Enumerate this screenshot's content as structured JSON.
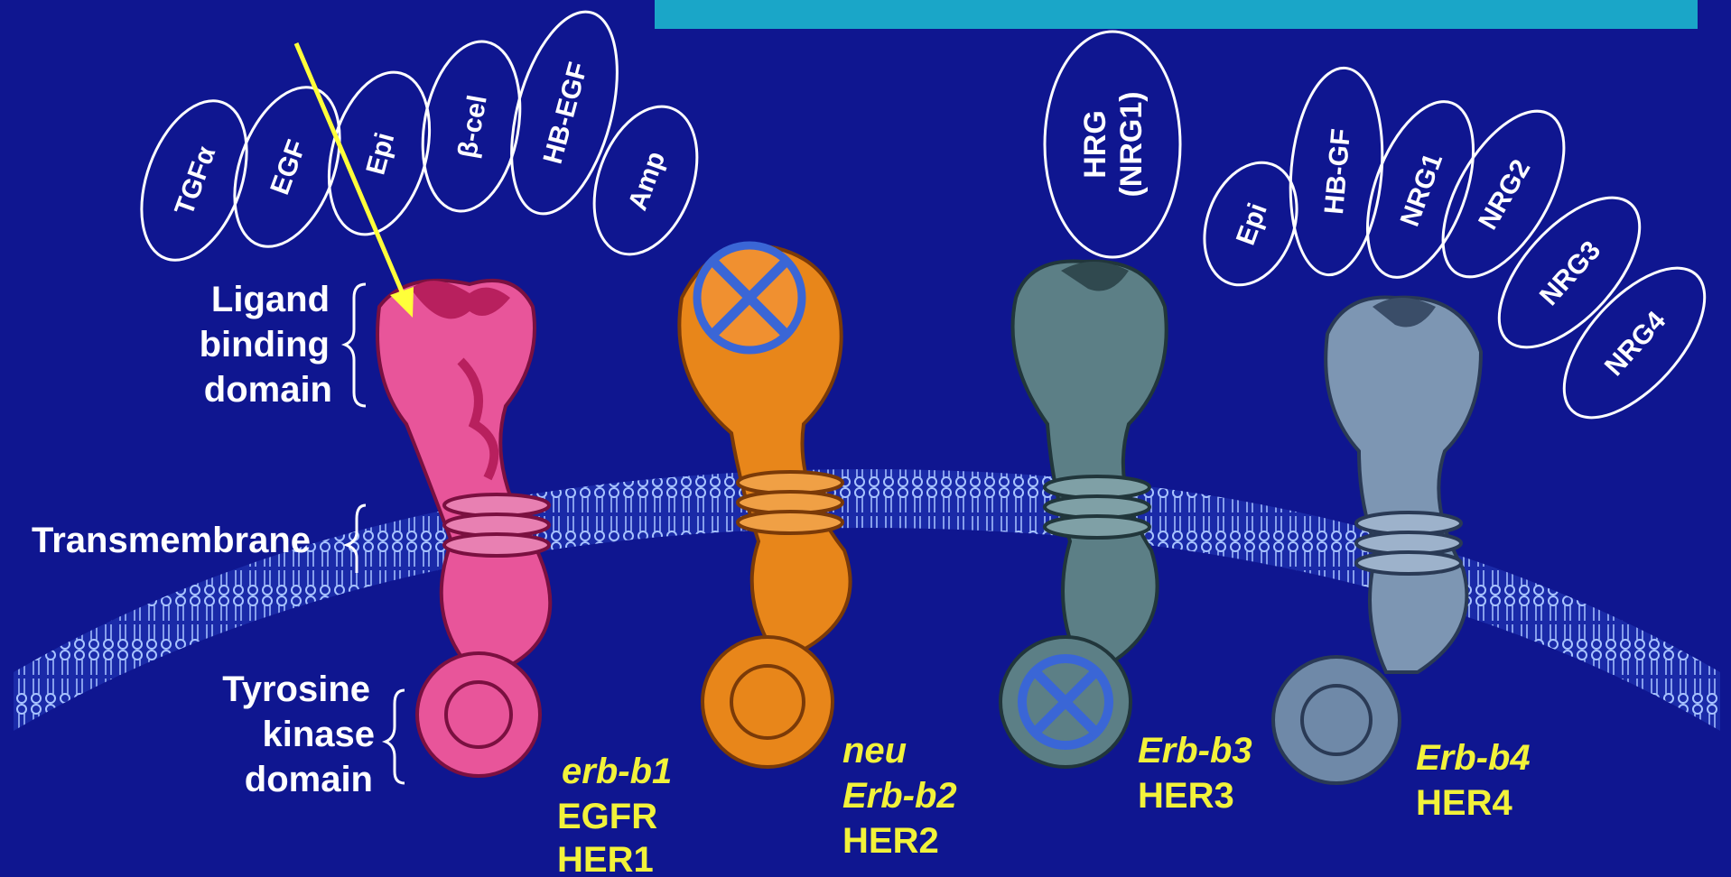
{
  "top_left_text": "",
  "banner": {
    "text": "",
    "color": "#1aa6c8"
  },
  "ligands_left": [
    "TGFα",
    "EGF",
    "Epi",
    "β-cel",
    "HB-EGF",
    "Amp"
  ],
  "ligands_her3": [
    "HRG",
    "(NRG1)"
  ],
  "ligands_right": [
    "Epi",
    "HB-GF",
    "NRG1",
    "NRG2",
    "NRG3",
    "NRG4"
  ],
  "domain_labels": {
    "ligand": [
      "Ligand",
      "binding",
      "domain"
    ],
    "transmembrane": "Transmembrane",
    "kinase": [
      "Tyrosine",
      "kinase",
      "domain"
    ]
  },
  "receptors": [
    {
      "gene": "erb-b1",
      "names": [
        "EGFR",
        "HER1"
      ],
      "color": "#e8559a"
    },
    {
      "gene": "neu",
      "names": [
        "Erb-b2",
        "HER2"
      ],
      "color": "#e8861a"
    },
    {
      "gene": "Erb-b3",
      "names": [
        "HER3"
      ],
      "color": "#5c7f86"
    },
    {
      "gene": "Erb-b4",
      "names": [
        "HER4"
      ],
      "color": "#7d96b3"
    }
  ],
  "colors": {
    "background": "#0f1690",
    "arrow": "#ffff3a",
    "membrane": "#a9c4ff"
  }
}
